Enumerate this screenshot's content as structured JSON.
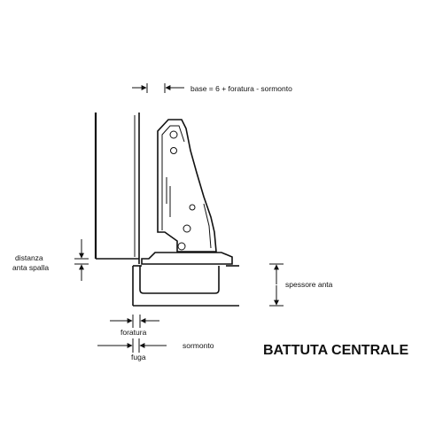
{
  "diagram": {
    "labels": {
      "base_formula": "base = 6 + foratura - sormonto",
      "distanza_line1": "distanza",
      "distanza_line2": "anta spalla",
      "spessore_anta": "spessore anta",
      "foratura": "foratura",
      "fuga": "fuga",
      "sormonto": "sormonto"
    },
    "title": "BATTUTA CENTRALE",
    "colors": {
      "ink": "#111111",
      "background": "#ffffff"
    }
  }
}
